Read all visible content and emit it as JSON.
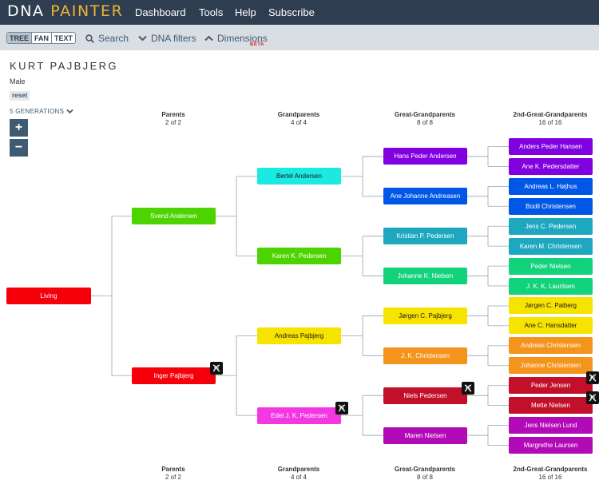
{
  "app": {
    "logo_part1": "DNA",
    "logo_part2": "PAINTER",
    "nav": [
      "Dashboard",
      "Tools",
      "Help",
      "Subscribe"
    ]
  },
  "toolbar": {
    "view_modes": [
      "TREE",
      "FAN",
      "TEXT"
    ],
    "active_view": "TREE",
    "search_label": "Search",
    "dna_filters_label": "DNA filters",
    "dimensions_label": "Dimensions",
    "beta_label": "BETA"
  },
  "person": {
    "name": "KURT PAJBJERG",
    "sex": "Male",
    "reset_label": "reset"
  },
  "generations": {
    "label": "5 GENERATIONS",
    "zoom_in": "+",
    "zoom_out": "−"
  },
  "columns": [
    {
      "title": "Parents",
      "count": "2 of 2"
    },
    {
      "title": "Grandparents",
      "count": "4 of 4"
    },
    {
      "title": "Great-Grandparents",
      "count": "8 of 8"
    },
    {
      "title": "2nd-Great-Grandparents",
      "count": "16 of 16"
    }
  ],
  "tree": {
    "root": {
      "name": "Living",
      "color": "#f5000a"
    },
    "parents": [
      {
        "name": "Svend Andersen",
        "color": "#4cd300",
        "dna": false
      },
      {
        "name": "Inger Pajbjerg",
        "color": "#f5000a",
        "dna": true
      }
    ],
    "grandparents": [
      {
        "name": "Bertel Andersen",
        "color": "#1de9e3",
        "dna": false
      },
      {
        "name": "Karen K. Pedersen",
        "color": "#4cd300",
        "dna": false
      },
      {
        "name": "Andreas Pajbjerg",
        "color": "#f7e300",
        "dna": false
      },
      {
        "name": "Edel J. K. Pedersen",
        "color": "#f437e2",
        "dna": true
      }
    ],
    "great_grandparents": [
      {
        "name": "Hans Peder Andersen",
        "color": "#8000e0",
        "dna": false
      },
      {
        "name": "Ane Johanne Andreasen",
        "color": "#0057e6",
        "dna": false
      },
      {
        "name": "Kristian P. Pedersen",
        "color": "#1ea8bf",
        "dna": false
      },
      {
        "name": "Johanne K. Nielsen",
        "color": "#13d27c",
        "dna": false
      },
      {
        "name": "Jørgen C. Pajbjerg",
        "color": "#f7e300",
        "dna": false
      },
      {
        "name": "J. K. Christensen",
        "color": "#f5941d",
        "dna": false
      },
      {
        "name": "Niels Pedersen",
        "color": "#c3102a",
        "dna": true
      },
      {
        "name": "Maren Nielsen",
        "color": "#b30ab7",
        "dna": false
      }
    ],
    "second_great_grandparents": [
      {
        "name": "Anders Peder Hansen",
        "color": "#8000e0",
        "dna": false
      },
      {
        "name": "Ane K. Pedersdatter",
        "color": "#8000e0",
        "dna": false
      },
      {
        "name": "Andreas L. Højhus",
        "color": "#0057e6",
        "dna": false
      },
      {
        "name": "Bodil Christensen",
        "color": "#0057e6",
        "dna": false
      },
      {
        "name": "Jens C. Pedersen",
        "color": "#1ea8bf",
        "dna": false
      },
      {
        "name": "Karen M. Christensen",
        "color": "#1ea8bf",
        "dna": false
      },
      {
        "name": "Peder Nielsen",
        "color": "#13d27c",
        "dna": false
      },
      {
        "name": "J. K. K. Lauritsen",
        "color": "#13d27c",
        "dna": false
      },
      {
        "name": "Jørgen C. Paiberg",
        "color": "#f7e300",
        "dna": false
      },
      {
        "name": "Ane C. Hansdatter",
        "color": "#f7e300",
        "dna": false
      },
      {
        "name": "Andreas Christensen",
        "color": "#f5941d",
        "dna": false
      },
      {
        "name": "Johanne Christensen",
        "color": "#f5941d",
        "dna": false
      },
      {
        "name": "Peder Jensen",
        "color": "#c3102a",
        "dna": true
      },
      {
        "name": "Mette Nielsen",
        "color": "#c3102a",
        "dna": true
      },
      {
        "name": "Jens Nielsen Lund",
        "color": "#b30ab7",
        "dna": false
      },
      {
        "name": "Margrethe Laursen",
        "color": "#b30ab7",
        "dna": false
      }
    ]
  }
}
